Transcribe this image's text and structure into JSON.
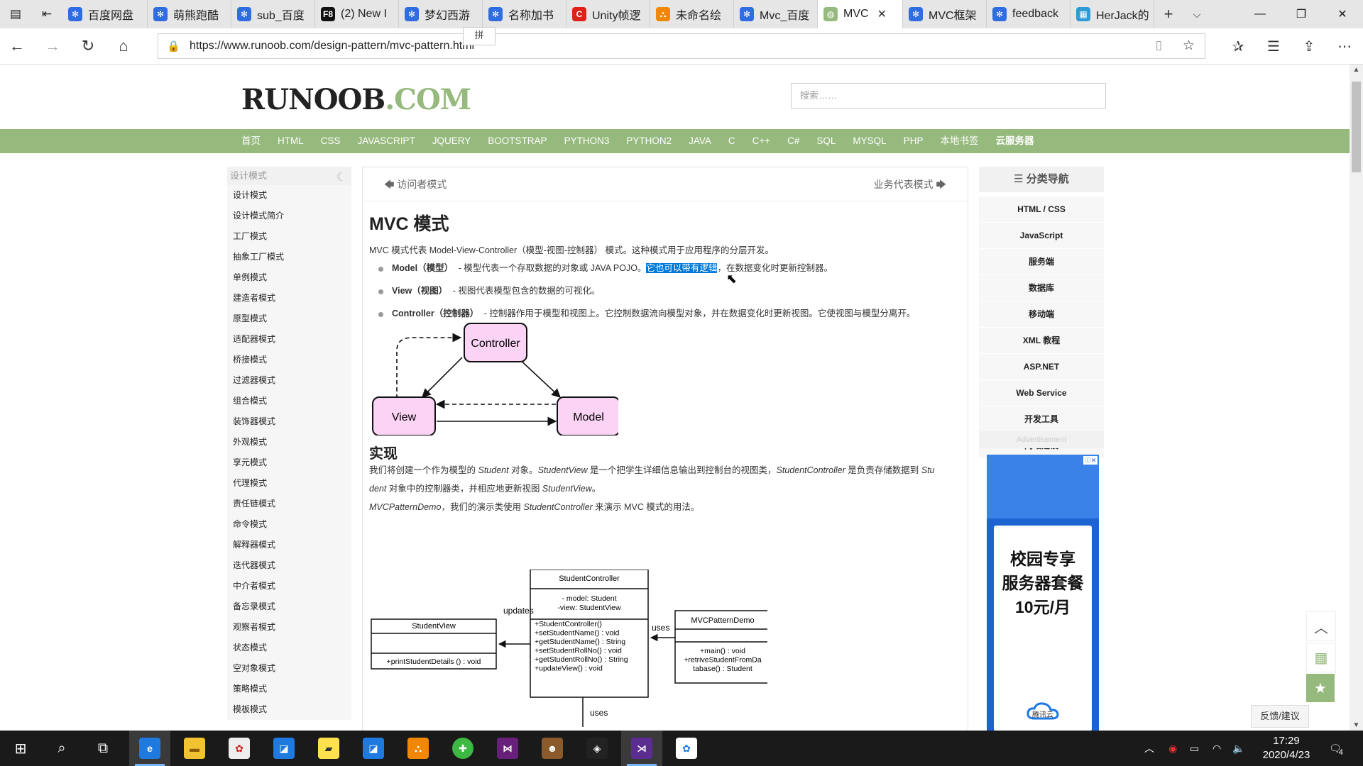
{
  "browser": {
    "tabs": [
      {
        "title": "百度网盘",
        "icon": "baidu-paw-icon",
        "color": "#2f6de1",
        "width": 120
      },
      {
        "title": "萌熊跑酷",
        "icon": "baidu-paw-icon",
        "color": "#2f6de1",
        "width": 118
      },
      {
        "title": "sub_百度",
        "icon": "baidu-paw-icon",
        "color": "#2f6de1",
        "width": 118
      },
      {
        "title": "(2) New I",
        "icon": "f8-icon",
        "color": "#111111",
        "width": 118
      },
      {
        "title": "梦幻西游",
        "icon": "baidu-paw-icon",
        "color": "#2f6de1",
        "width": 118
      },
      {
        "title": "名称加书",
        "icon": "baidu-paw-icon",
        "color": "#2f6de1",
        "width": 118
      },
      {
        "title": "Unity帧逻",
        "icon": "csdn-icon",
        "color": "#e0201b",
        "width": 118
      },
      {
        "title": "未命名绘",
        "icon": "drawio-icon",
        "color": "#f08705",
        "width": 118
      },
      {
        "title": "Mvc_百度",
        "icon": "baidu-paw-icon",
        "color": "#2f6de1",
        "width": 118
      },
      {
        "title": "MVC",
        "icon": "runoob-icon",
        "color": "#96b97d",
        "width": 120,
        "active": true
      },
      {
        "title": "MVC框架",
        "icon": "baidu-paw-icon",
        "color": "#2f6de1",
        "width": 118
      },
      {
        "title": "feedback",
        "icon": "baidu-paw-icon",
        "color": "#2f6de1",
        "width": 118
      },
      {
        "title": "HerJack的",
        "icon": "calendar-icon",
        "color": "#2f9bd6",
        "width": 118
      }
    ],
    "url": "https://www.runoob.com/design-pattern/mvc-pattern.html",
    "ime_label": "拼"
  },
  "site": {
    "logo_main": "RUNOOB",
    "logo_dot": ".COM",
    "search_placeholder": "搜索……",
    "nav": [
      "首页",
      "HTML",
      "CSS",
      "JAVASCRIPT",
      "JQUERY",
      "BOOTSTRAP",
      "PYTHON3",
      "PYTHON2",
      "JAVA",
      "C",
      "C++",
      "C#",
      "SQL",
      "MYSQL",
      "PHP",
      "本地书签",
      "云服务器"
    ]
  },
  "leftnav": {
    "header": "设计模式",
    "items": [
      "设计模式",
      "设计模式简介",
      "工厂模式",
      "抽象工厂模式",
      "单例模式",
      "建造者模式",
      "原型模式",
      "适配器模式",
      "桥接模式",
      "过滤器模式",
      "组合模式",
      "装饰器模式",
      "外观模式",
      "享元模式",
      "代理模式",
      "责任链模式",
      "命令模式",
      "解释器模式",
      "迭代器模式",
      "中介者模式",
      "备忘录模式",
      "观察者模式",
      "状态模式",
      "空对象模式",
      "策略模式",
      "模板模式"
    ]
  },
  "article": {
    "prev": "访问者模式",
    "next": "业务代表模式",
    "title": "MVC 模式",
    "intro": "MVC 模式代表 Model-View-Controller（模型-视图-控制器） 模式。这种模式用于应用程序的分层开发。",
    "bullets": [
      {
        "term": "Model（模型）",
        "pre": " - 模型代表一个存取数据的对象或 JAVA POJO。",
        "highlight": "它也可以带有逻辑",
        "post": "，在数据变化时更新控制器。"
      },
      {
        "term": "View（视图）",
        "pre": " - 视图代表模型包含的数据的可视化。",
        "highlight": "",
        "post": ""
      },
      {
        "term": "Controller（控制器）",
        "pre": " - 控制器作用于模型和视图上。它控制数据流向模型对象，并在数据变化时更新视图。它使视图与模型分离开。",
        "highlight": "",
        "post": ""
      }
    ],
    "diagram1": {
      "controller": "Controller",
      "view": "View",
      "model": "Model"
    },
    "section": "实现",
    "para1_parts": [
      "我们将创建一个作为模型的 ",
      "Student",
      " 对象。",
      "StudentView",
      " 是一个把学生详细信息输出到控制台的视图类，",
      "StudentController",
      " 是负责存储数据到 ",
      "Stu"
    ],
    "para1b_parts": [
      "dent",
      " 对象中的控制器类，并相应地更新视图 ",
      "StudentView",
      "。"
    ],
    "para2_parts": [
      "MVCPatternDemo",
      "，我们的演示类使用 ",
      "StudentController",
      " 来演示 MVC 模式的用法。"
    ],
    "diagram2": {
      "controller_title": "StudentController",
      "controller_fields": [
        "- model: Student",
        "-view: StudentView"
      ],
      "controller_methods": [
        "+StudentController()",
        "+setStudentName()   : void",
        "+getStudentName()   : String",
        "+setStudentRollNo()   : void",
        "+getStudentRollNo()   : String",
        "+updateView()   : void"
      ],
      "view_title": "StudentView",
      "view_method": "+printStudentDetails  () : void",
      "demo_title": "MVCPatternDemo",
      "demo_methods": [
        "+main()   : void",
        "+retriveStudentFromDa",
        "tabase()   : Student"
      ],
      "label_updates": "updates",
      "label_uses1": "uses",
      "label_uses2": "uses"
    }
  },
  "rightnav": {
    "header": "分类导航",
    "items": [
      "HTML / CSS",
      "JavaScript",
      "服务端",
      "数据库",
      "移动端",
      "XML 教程",
      "ASP.NET",
      "Web Service",
      "开发工具",
      "网站建设"
    ],
    "ad_label": "Advertisement",
    "ad_title_lines": [
      "校园专享",
      "服务器套餐",
      "10元/月"
    ],
    "ad_brand": "腾讯云"
  },
  "feedback": "反馈/建议",
  "taskbar": {
    "time": "17:29",
    "date": "2020/4/23",
    "notifications": "4"
  },
  "colors": {
    "accent_green": "#96b97d",
    "highlight_blue": "#0078d7",
    "uml_node": "#fbd3f5"
  }
}
